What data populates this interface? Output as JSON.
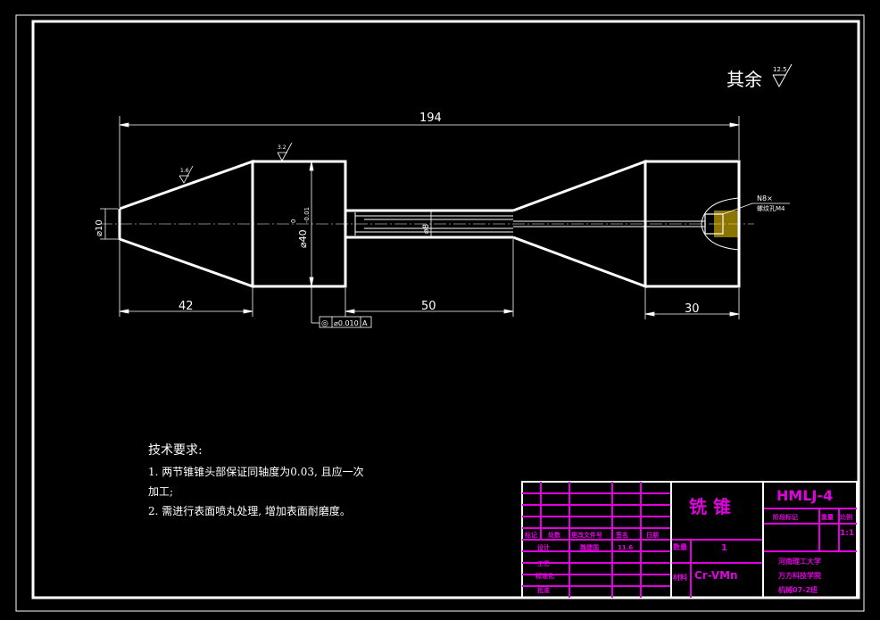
{
  "surface_note": "其余",
  "surface_symbol_value": "12.5",
  "dims": {
    "overall": "194",
    "left": "42",
    "middle": "50",
    "right": "30",
    "dia_small": "⌀10",
    "dia_main": "⌀40",
    "dia_tol_upper": "0",
    "dia_tol_lower": "-0.01",
    "dia_shaft": "⌀8",
    "rough_cone": "1.6",
    "rough_cyl": "3.2",
    "thread_label": "N8×",
    "thread_detail": "螺纹孔M4"
  },
  "tolerance_frame": {
    "symbol": "◎",
    "value": "⌀0.010",
    "datum": "A"
  },
  "requirements": {
    "title": "技术要求:",
    "line1": "1. 两节锥锥头部保证同轴度为0.03, 且应一次",
    "line1b": "加工;",
    "line2": "2. 需进行表面喷丸处理, 增加表面耐磨度。"
  },
  "title_block": {
    "part_name": "铣 锥",
    "drawing_no": "HMLJ-4",
    "material": "Cr-VMn",
    "qty_label": "数量",
    "qty": "1",
    "material_label": "材料",
    "scale": "1:1",
    "labels_row": [
      "标记",
      "处数",
      "更改文件号",
      "签名",
      "日期"
    ],
    "design_label": "设计",
    "designer": "魏建国",
    "design_date": "11.6",
    "process_label": "工艺",
    "check_label": "标准化",
    "approve_label": "批准",
    "stage_label": "阶段标记",
    "weight_label": "重量",
    "ratio_label": "比例",
    "org1": "河南理工大学",
    "org2": "万方科技学院",
    "org3": "机械07-2班"
  }
}
